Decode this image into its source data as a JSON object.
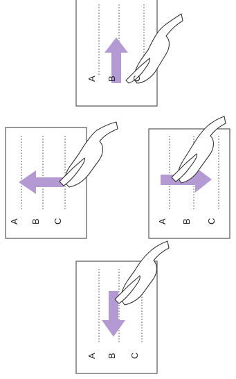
{
  "colors": {
    "accent": "#b49ad2",
    "outline": "#555555",
    "guide": "#777777",
    "background": "#ffffff"
  },
  "panels": [
    {
      "id": "top",
      "direction": "up",
      "labels": [
        "A",
        "B",
        "C"
      ]
    },
    {
      "id": "left",
      "direction": "left",
      "labels": [
        "A",
        "B",
        "C"
      ]
    },
    {
      "id": "right",
      "direction": "right",
      "labels": [
        "A",
        "B",
        "C"
      ]
    },
    {
      "id": "bottom",
      "direction": "down",
      "labels": [
        "A",
        "B",
        "C"
      ]
    }
  ]
}
